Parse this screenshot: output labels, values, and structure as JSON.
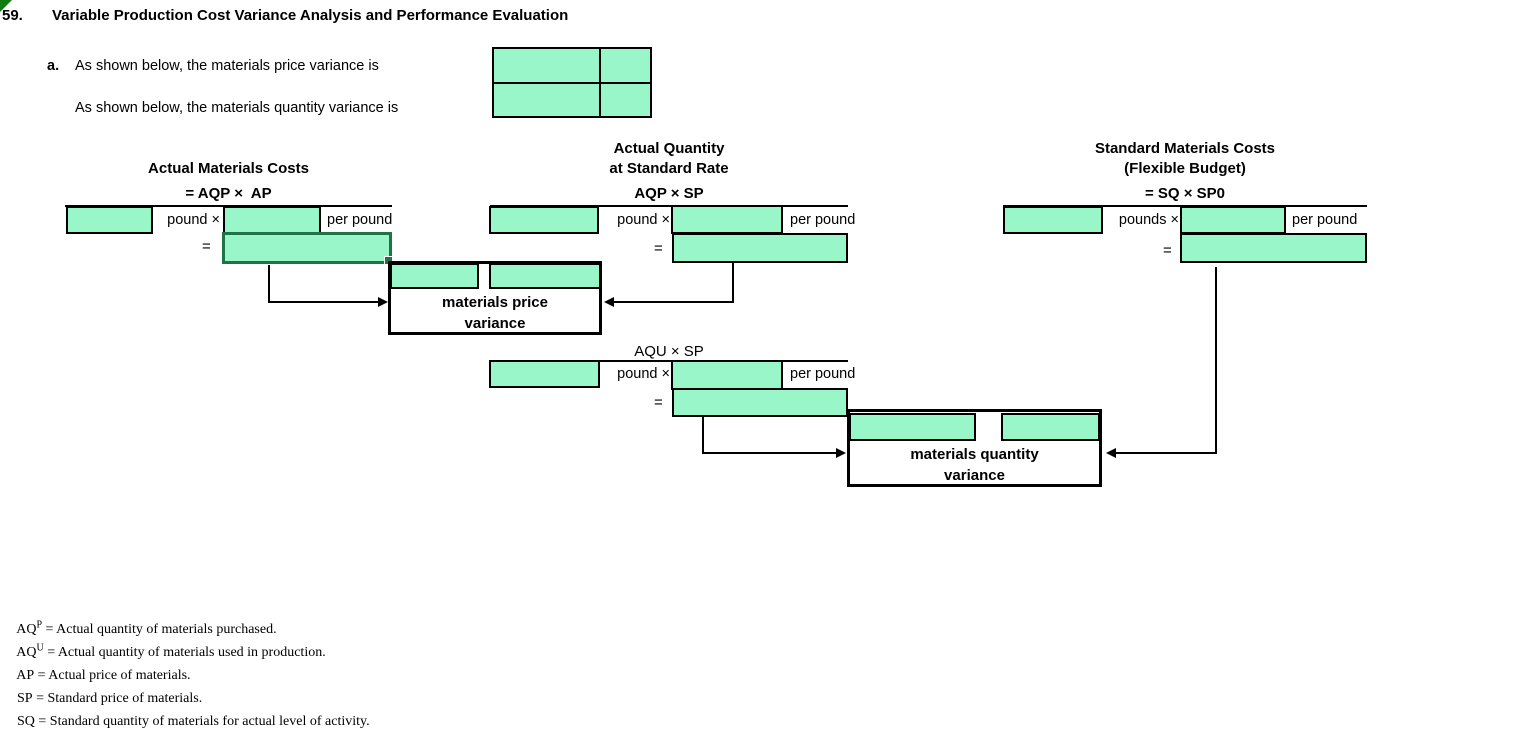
{
  "title": {
    "number": "59.",
    "text": "Variable Production Cost Variance Analysis and Performance Evaluation"
  },
  "intro": {
    "letter": "a.",
    "price_line": "As shown below, the materials price variance is",
    "quantity_line": "As shown below, the materials quantity variance is"
  },
  "columns": {
    "actual": {
      "header1": "Actual Materials Costs",
      "formula": "= AQP ×  AP",
      "qty_label": "pound ×",
      "rate_label": "per pound",
      "equals": "="
    },
    "standard_rate": {
      "header1": "Actual Quantity",
      "header2": "at Standard Rate",
      "formula": "AQP × SP",
      "qty_label": "pound ×",
      "rate_label": "per pound",
      "equals": "="
    },
    "flexible": {
      "header1": "Standard Materials Costs",
      "header2": "(Flexible Budget)",
      "formula": "= SQ × SP0",
      "qty_label": "pounds ×",
      "rate_label": "per pound",
      "equals": "="
    }
  },
  "aqu": {
    "formula": "AQU × SP",
    "qty_label": "pound ×",
    "rate_label": "per pound",
    "equals": "="
  },
  "price_variance_box": {
    "line1": "materials price",
    "line2": "variance"
  },
  "quantity_variance_box": {
    "line1": "materials quantity",
    "line2": "variance"
  },
  "legend": [
    {
      "abbr": "AQ",
      "sup": "P",
      "text": " = Actual quantity of materials purchased."
    },
    {
      "abbr": "AQ",
      "sup": "U",
      "text": " = Actual quantity of materials used in production."
    },
    {
      "abbr": "AP",
      "sup": "",
      "text": " = Actual price of materials."
    },
    {
      "abbr": "SP",
      "sup": "",
      "text": " = Standard price of materials."
    },
    {
      "abbr": "SQ",
      "sup": "",
      "text": " = Standard quantity of materials for actual level of activity."
    }
  ],
  "colors": {
    "cell_green": "#99f6c8",
    "selection_green": "#1e7446",
    "line_black": "#000000"
  }
}
